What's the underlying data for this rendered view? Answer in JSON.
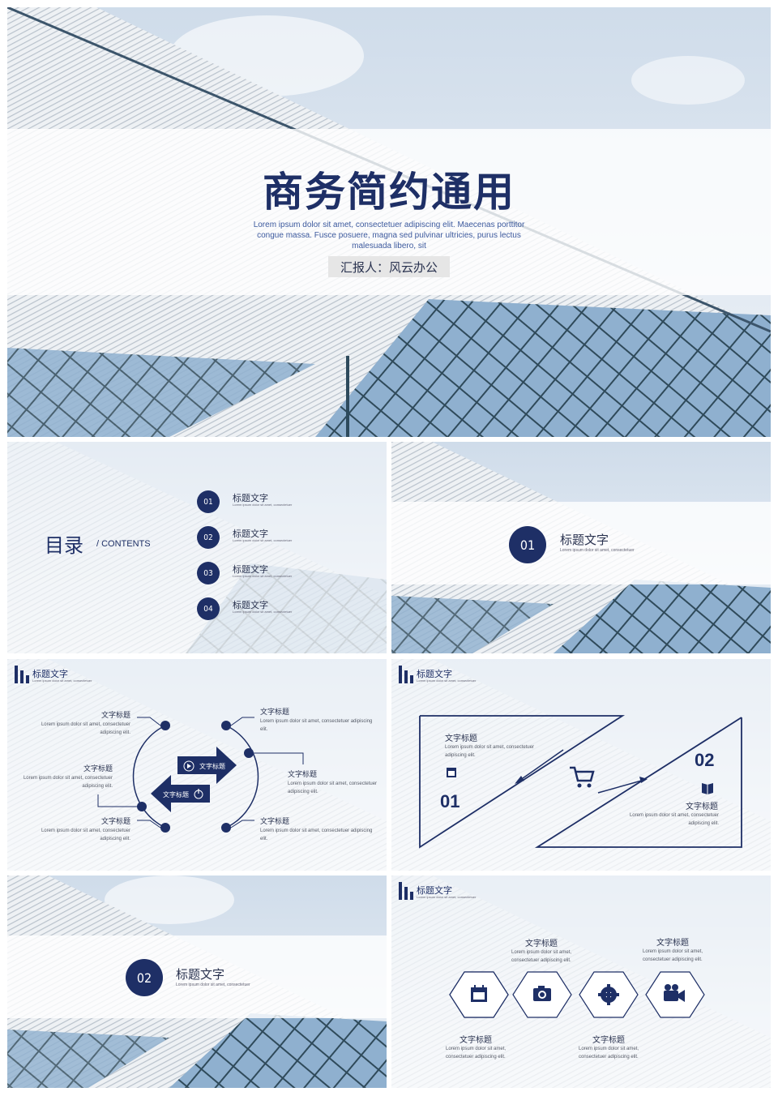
{
  "cover": {
    "title": "商务简约通用",
    "subtitle": "Lorem ipsum dolor sit amet, consectetuer adipiscing elit. Maecenas porttitor congue massa. Fusce posuere, magna sed pulvinar ultricies, purus lectus malesuada libero, sit",
    "reporter": "汇报人：风云办公"
  },
  "toc": {
    "title": "目录",
    "subtitle": "/ CONTENTS",
    "items": [
      {
        "num": "01",
        "title": "标题文字",
        "desc": "Lorem ipsum dolor sit amet, consectetuer"
      },
      {
        "num": "02",
        "title": "标题文字",
        "desc": "Lorem ipsum dolor sit amet, consectetuer"
      },
      {
        "num": "03",
        "title": "标题文字",
        "desc": "Lorem ipsum dolor sit amet, consectetuer"
      },
      {
        "num": "04",
        "title": "标题文字",
        "desc": "Lorem ipsum dolor sit amet, consectetuer"
      }
    ]
  },
  "section1": {
    "num": "01",
    "title": "标题文字",
    "desc": "Lorem ipsum dolor sit amet, consectetuer"
  },
  "section2": {
    "num": "02",
    "title": "标题文字",
    "desc": "Lorem ipsum dolor sit amet, consectetuer"
  },
  "header": {
    "title": "标题文字",
    "desc": "Lorem ipsum dolor sit amet, consectetuer"
  },
  "diagram": {
    "items": [
      {
        "label": "文字标题",
        "text": "Lorem ipsum dolor sit amet, consectetuer adipiscing elit."
      },
      {
        "label": "文字标题",
        "text": "Lorem ipsum dolor sit amet, consectetuer adipiscing elit."
      },
      {
        "label": "文字标题",
        "text": "Lorem ipsum dolor sit amet, consectetuer adipiscing elit."
      },
      {
        "label": "文字标题",
        "text": "Lorem ipsum dolor sit amet, consectetuer adipiscing elit."
      },
      {
        "label": "文字标题",
        "text": "Lorem ipsum dolor sit amet, consectetuer adipiscing elit."
      },
      {
        "label": "文字标题",
        "text": "Lorem ipsum dolor sit amet, consectetuer adipiscing elit."
      }
    ],
    "arrow_right": "文字标题",
    "arrow_left": "文字标题"
  },
  "compare": {
    "left_label": "文字标题",
    "left_text": "Lorem ipsum dolor sit amet, consectetuer adipiscing elit.",
    "left_num": "01",
    "right_label": "文字标题",
    "right_text": "Lorem ipsum dolor sit amet, consectetuer adipiscing elit.",
    "right_num": "02"
  },
  "hex": {
    "top": [
      {
        "label": "文字标题",
        "text": "Lorem ipsum dolor sit amet, consectetuer adipiscing elit."
      },
      {
        "label": "文字标题",
        "text": "Lorem ipsum dolor sit amet, consectetuer adipiscing elit."
      }
    ],
    "bottom": [
      {
        "label": "文字标题",
        "text": "Lorem ipsum dolor sit amet, consectetuer adipiscing elit."
      },
      {
        "label": "文字标题",
        "text": "Lorem ipsum dolor sit amet, consectetuer adipiscing elit."
      }
    ],
    "icons": [
      "calendar-icon",
      "camera-icon",
      "gear-icon",
      "video-camera-icon"
    ]
  },
  "colors": {
    "navy": "#1e2f66"
  }
}
